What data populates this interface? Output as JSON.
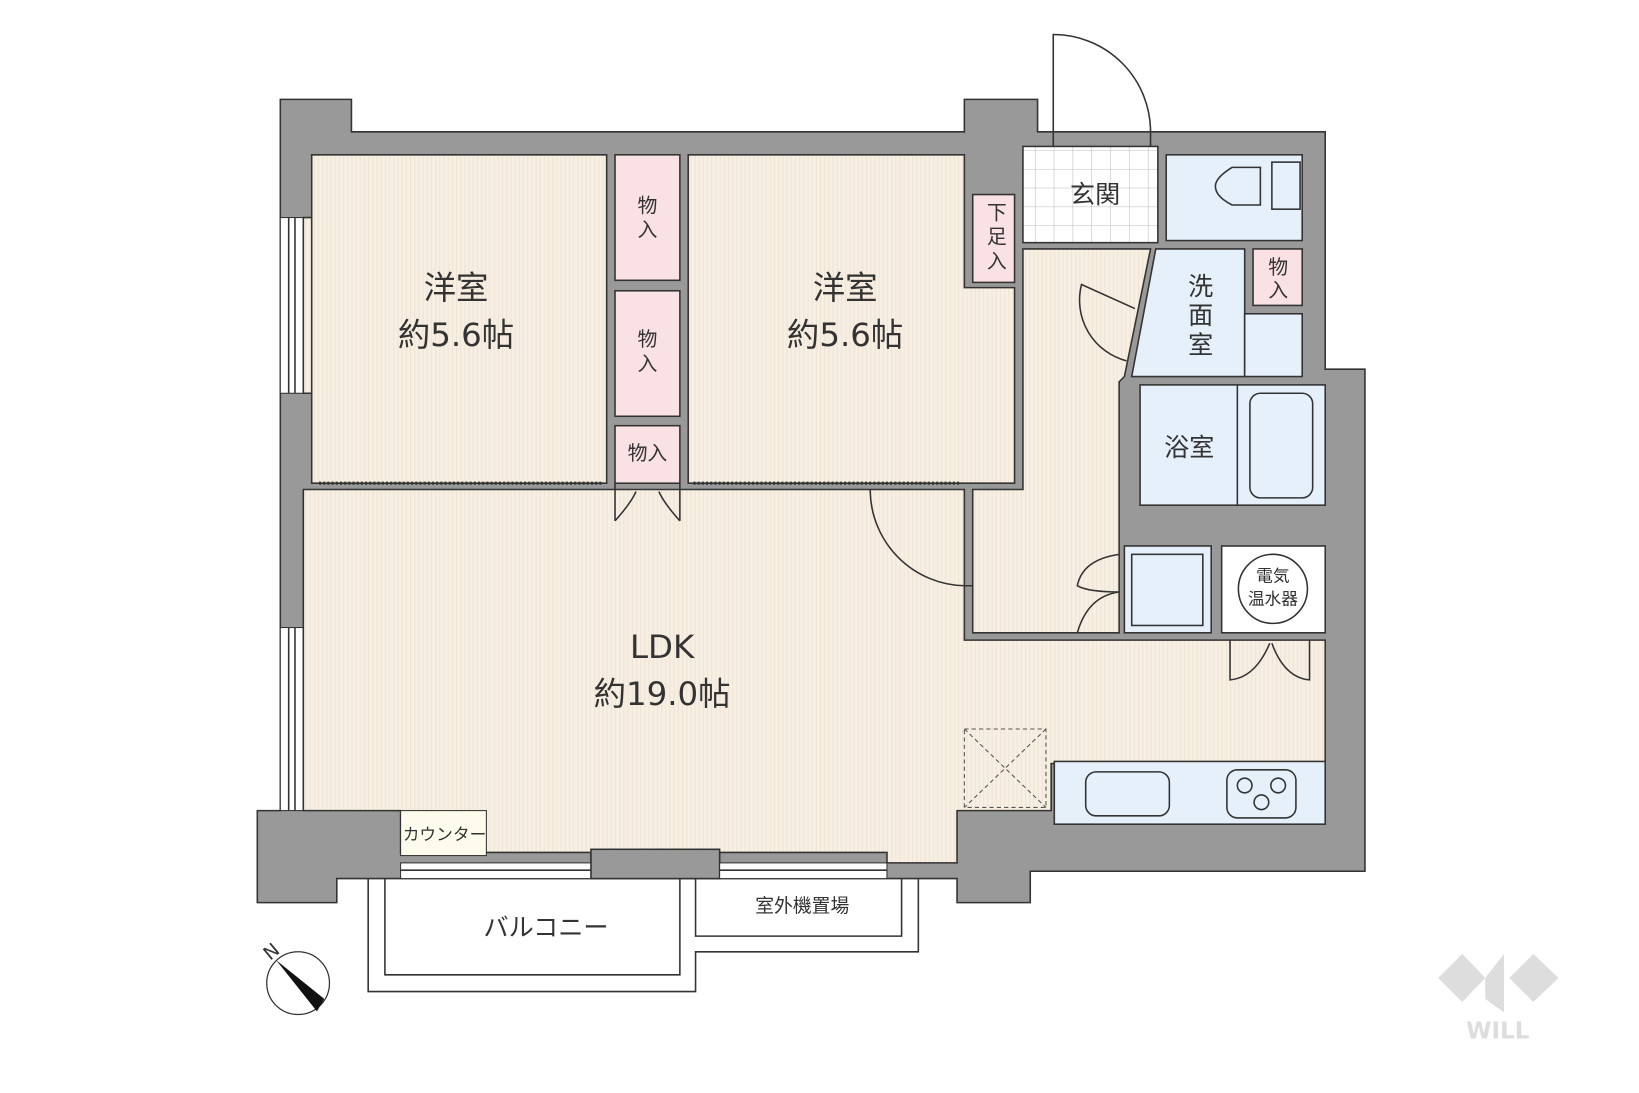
{
  "rooms": {
    "western1": {
      "name": "洋室",
      "size": "約5.6帖"
    },
    "western2": {
      "name": "洋室",
      "size": "約5.6帖"
    },
    "ldk": {
      "name": "LDK",
      "size": "約19.0帖"
    },
    "entrance": "玄関",
    "shoe_storage": [
      "下",
      "足",
      "入"
    ],
    "washroom": [
      "洗",
      "面",
      "室"
    ],
    "bathroom": "浴室",
    "storage_small": [
      "物",
      "入"
    ],
    "closet1": [
      "物",
      "入"
    ],
    "closet2": [
      "物",
      "入"
    ],
    "closet3": "物入",
    "water_heater": [
      "電気",
      "温水器"
    ],
    "counter": "カウンター",
    "balcony": "バルコニー",
    "ac_unit_area": "室外機置場"
  },
  "compass": {
    "label": "N"
  },
  "logo": {
    "text": "WILL"
  },
  "colors": {
    "wall": "#999999",
    "floor": "#f7efe3",
    "closet": "#f9e1e4",
    "wet_area": "#e6f0fb"
  }
}
